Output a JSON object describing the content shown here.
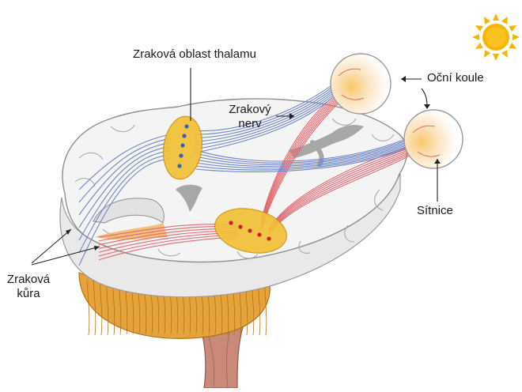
{
  "labels": {
    "thalamus": "Zraková oblast thalamu",
    "optic_nerve_line1": "Zrakový",
    "optic_nerve_line2": "nerv",
    "eyeballs": "Oční koule",
    "retina": "Sítnice",
    "cortex_line1": "Zraková",
    "cortex_line2": "kůra"
  },
  "colors": {
    "brain_fill": "#f2f2f2",
    "brain_outline": "#9a9a9a",
    "nucleus_fill": "#f2c037",
    "nerve_blue": "#6f86c6",
    "nerve_red": "#e06a72",
    "cerebellum": "#e6a33b",
    "brainstem": "#c98a7a",
    "sun": "#f7b500"
  },
  "icons": {
    "sun": "sun-icon"
  }
}
